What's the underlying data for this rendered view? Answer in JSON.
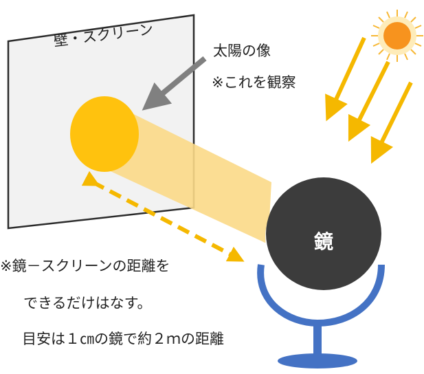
{
  "labels": {
    "wall_screen": "壁・スクリーン",
    "sun_image": "太陽の像",
    "observe_note": "※これを観察",
    "mirror": "鏡",
    "distance_note_line1": "※鏡－スクリーンの距離を",
    "distance_note_line2": "できるだけはなす。",
    "distance_note_line3": "目安は１㎝の鏡で約２ｍの距離"
  },
  "colors": {
    "sun_image": "#FFC20E",
    "light_beam": "#FBD987",
    "sun_rays": "#F5B800",
    "sun_core": "#F7931E",
    "sun_glow": "#FDE08A",
    "dashed_arrow": "#F5B800",
    "pointer_arrow": "#808080",
    "screen_fill": "#F2F2F2",
    "screen_border": "#2B2B2B",
    "mirror_face": "#3C3C3C",
    "mirror_stand": "#4472C4"
  },
  "icons": [
    "sun-icon",
    "mirror-icon"
  ]
}
